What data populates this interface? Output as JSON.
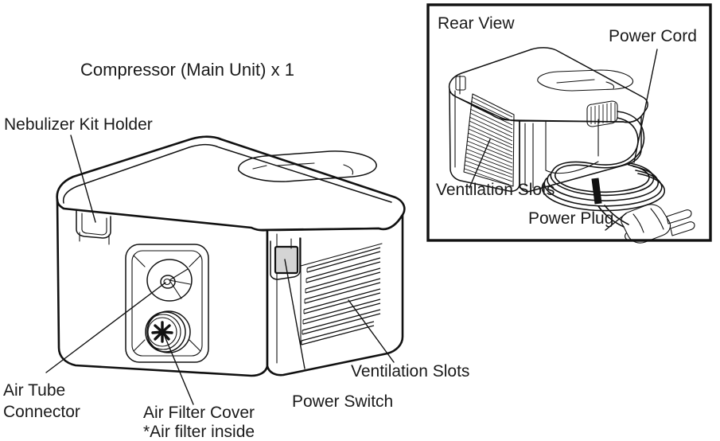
{
  "figure": {
    "type": "technical-illustration",
    "subject": "Nebulizer compressor main unit",
    "title": "Compressor (Main Unit) x 1"
  },
  "main_view": {
    "title": "Compressor (Main Unit) x 1",
    "callouts": [
      {
        "id": "nebulizer-kit-holder",
        "label": "Nebulizer Kit Holder"
      },
      {
        "id": "air-tube-connector",
        "label_line1": "Air Tube",
        "label_line2": "Connector"
      },
      {
        "id": "air-filter-cover",
        "label_line1": "Air Filter Cover",
        "label_line2": "*Air filter inside"
      },
      {
        "id": "power-switch",
        "label": "Power Switch"
      },
      {
        "id": "ventilation-slots",
        "label": "Ventilation Slots"
      }
    ]
  },
  "rear_view": {
    "title": "Rear View",
    "callouts": [
      {
        "id": "power-cord",
        "label": "Power Cord"
      },
      {
        "id": "ventilation-slots",
        "label": "Ventilation Slots"
      },
      {
        "id": "power-plug",
        "label": "Power Plug"
      }
    ]
  },
  "colors": {
    "ink": "#111111",
    "text": "#1a1a1a",
    "background": "#ffffff",
    "switch_fill": "#d4d4d4"
  }
}
